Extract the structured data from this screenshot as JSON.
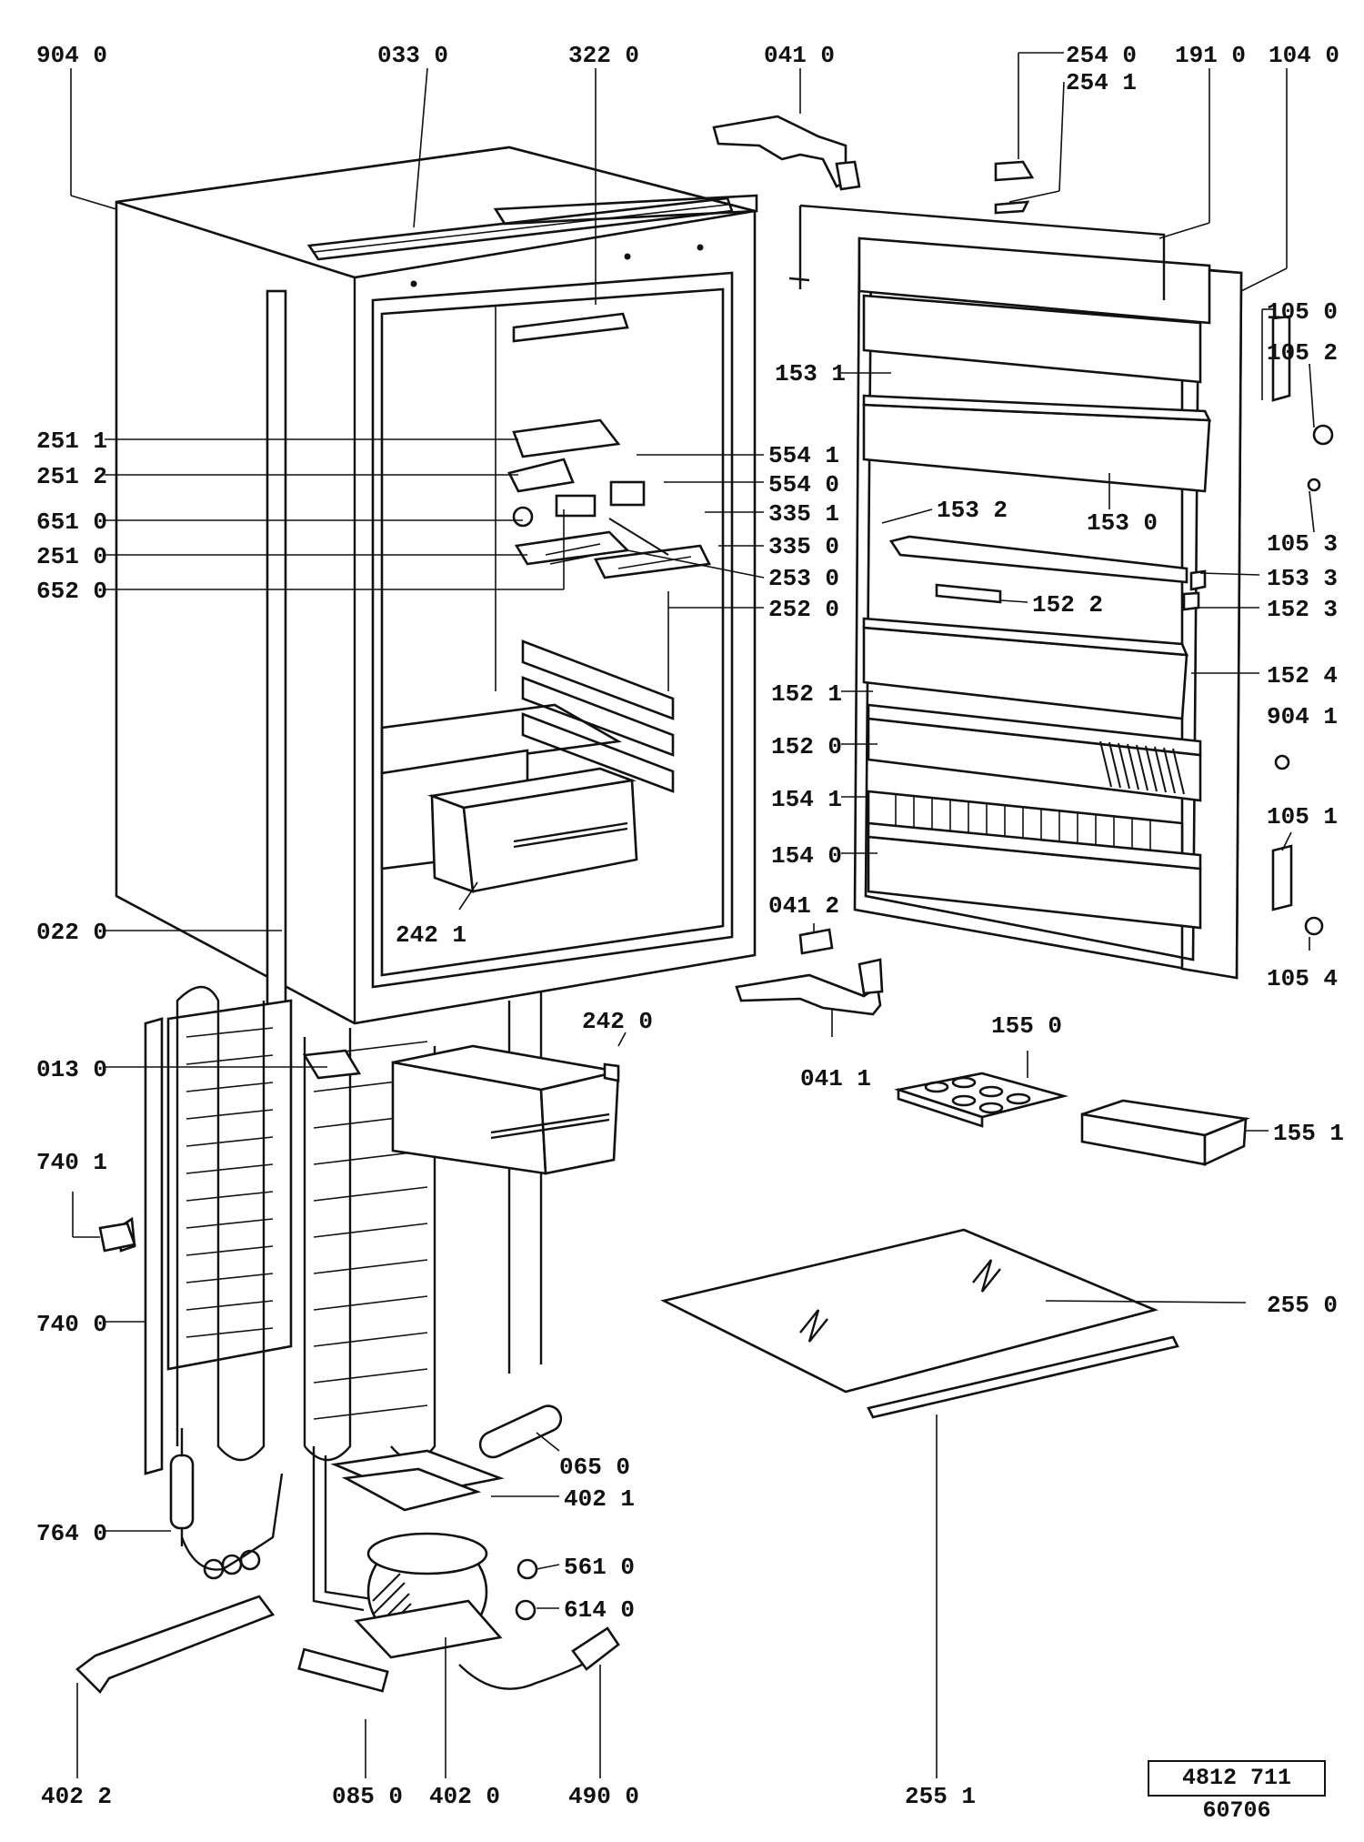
{
  "labels": [
    {
      "id": "l-9040",
      "text": "904 0"
    },
    {
      "id": "l-0330",
      "text": "033 0"
    },
    {
      "id": "l-3220",
      "text": "322 0"
    },
    {
      "id": "l-0410",
      "text": "041 0"
    },
    {
      "id": "l-2540",
      "text": "254 0"
    },
    {
      "id": "l-2541",
      "text": "254 1"
    },
    {
      "id": "l-1910",
      "text": "191 0"
    },
    {
      "id": "l-1040",
      "text": "104 0"
    },
    {
      "id": "l-1050",
      "text": "105 0"
    },
    {
      "id": "l-1052",
      "text": "105 2"
    },
    {
      "id": "l-1531",
      "text": "153 1"
    },
    {
      "id": "l-2511",
      "text": "251 1"
    },
    {
      "id": "l-5541",
      "text": "554 1"
    },
    {
      "id": "l-2512",
      "text": "251 2"
    },
    {
      "id": "l-5540",
      "text": "554 0"
    },
    {
      "id": "l-6510",
      "text": "651 0"
    },
    {
      "id": "l-3351",
      "text": "335 1"
    },
    {
      "id": "l-1532",
      "text": "153 2"
    },
    {
      "id": "l-1530",
      "text": "153 0"
    },
    {
      "id": "l-1053",
      "text": "105 3"
    },
    {
      "id": "l-3350",
      "text": "335 0"
    },
    {
      "id": "l-2510",
      "text": "251 0"
    },
    {
      "id": "l-2530",
      "text": "253 0"
    },
    {
      "id": "l-1533",
      "text": "153 3"
    },
    {
      "id": "l-6520",
      "text": "652 0"
    },
    {
      "id": "l-1522",
      "text": "152 2"
    },
    {
      "id": "l-2520",
      "text": "252 0"
    },
    {
      "id": "l-1523",
      "text": "152 3"
    },
    {
      "id": "l-1524",
      "text": "152 4"
    },
    {
      "id": "l-1521",
      "text": "152 1"
    },
    {
      "id": "l-9041",
      "text": "904 1"
    },
    {
      "id": "l-1520",
      "text": "152 0"
    },
    {
      "id": "l-1541",
      "text": "154 1"
    },
    {
      "id": "l-1051",
      "text": "105 1"
    },
    {
      "id": "l-1540",
      "text": "154 0"
    },
    {
      "id": "l-0412",
      "text": "041 2"
    },
    {
      "id": "l-0220",
      "text": "022 0"
    },
    {
      "id": "l-2421",
      "text": "242 1"
    },
    {
      "id": "l-1054",
      "text": "105 4"
    },
    {
      "id": "l-2420",
      "text": "242 0"
    },
    {
      "id": "l-1550",
      "text": "155 0"
    },
    {
      "id": "l-0130",
      "text": "013 0"
    },
    {
      "id": "l-0411",
      "text": "041 1"
    },
    {
      "id": "l-1551",
      "text": "155 1"
    },
    {
      "id": "l-7401",
      "text": "740 1"
    },
    {
      "id": "l-7400",
      "text": "740 0"
    },
    {
      "id": "l-2550",
      "text": "255 0"
    },
    {
      "id": "l-0650",
      "text": "065 0"
    },
    {
      "id": "l-4021",
      "text": "402 1"
    },
    {
      "id": "l-7640",
      "text": "764 0"
    },
    {
      "id": "l-5610",
      "text": "561 0"
    },
    {
      "id": "l-6140",
      "text": "614 0"
    },
    {
      "id": "l-4022",
      "text": "402 2"
    },
    {
      "id": "l-0850",
      "text": "085 0"
    },
    {
      "id": "l-4020",
      "text": "402 0"
    },
    {
      "id": "l-4900",
      "text": "490 0"
    },
    {
      "id": "l-2551",
      "text": "255 1"
    }
  ],
  "doc_number": "4812 711 60706"
}
